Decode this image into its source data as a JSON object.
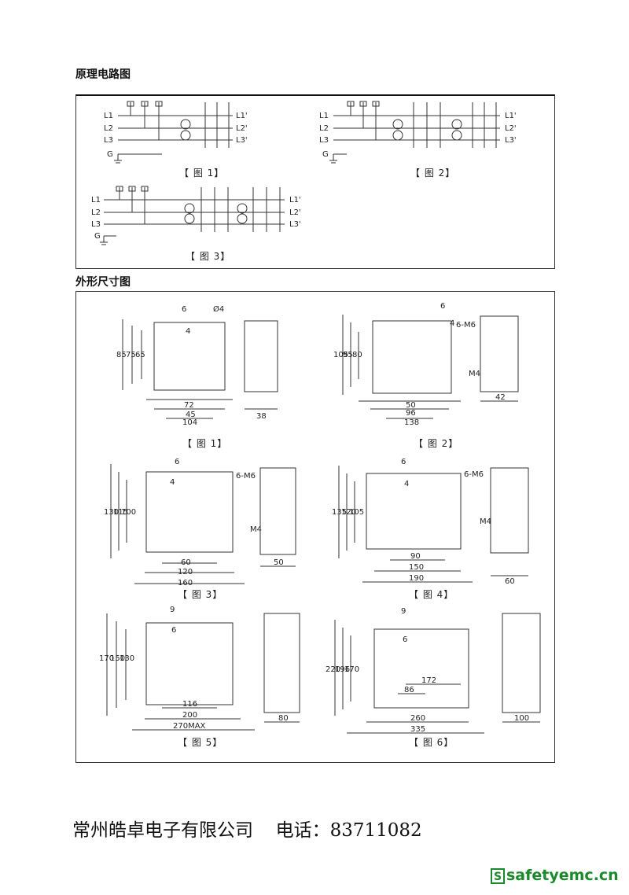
{
  "section1": {
    "title": "原理电路图"
  },
  "section2": {
    "title": "外形尺寸图"
  },
  "circuit": {
    "inputs": [
      "L1",
      "L2",
      "L3",
      "G"
    ],
    "outputs": [
      "L1'",
      "L2'",
      "L3'"
    ],
    "labels": [
      "【 图 1】",
      "【 图 2】",
      "【 图 3】"
    ]
  },
  "dims": {
    "fig1": {
      "label": "【 图 1】",
      "v": [
        "85",
        "75",
        "65"
      ],
      "h": [
        "45",
        "72",
        "104"
      ],
      "side": "38",
      "top": [
        "6",
        "4"
      ],
      "hole": "Ø4"
    },
    "fig2": {
      "label": "【 图 2】",
      "v": [
        "105",
        "95",
        "80"
      ],
      "h": [
        "50",
        "96",
        "138"
      ],
      "side": "42",
      "top": [
        "6",
        "4"
      ],
      "term": "6-M6",
      "earth": "M4"
    },
    "fig3": {
      "label": "【 图 3】",
      "v": [
        "130",
        "115",
        "100"
      ],
      "h": [
        "60",
        "120",
        "160"
      ],
      "side": "50",
      "top": [
        "6",
        "4"
      ],
      "term": "6-M6",
      "earth": "M4"
    },
    "fig4": {
      "label": "【 图 4】",
      "v": [
        "135",
        "120",
        "105"
      ],
      "h": [
        "90",
        "150",
        "190"
      ],
      "side": "60",
      "top": [
        "6",
        "4"
      ],
      "term": "6-M6",
      "earth": "M4"
    },
    "fig5": {
      "label": "【 图 5】",
      "v": [
        "170",
        "150",
        "130"
      ],
      "h": [
        "116",
        "200",
        "270MAX"
      ],
      "side": "80",
      "top": [
        "9",
        "6"
      ]
    },
    "fig6": {
      "label": "【 图 6】",
      "v": [
        "220",
        "196",
        "170"
      ],
      "h": [
        "86",
        "172",
        "260",
        "335"
      ],
      "side": "100",
      "top": [
        "9",
        "6"
      ]
    }
  },
  "footer": {
    "company": "常州皓卓电子有限公司",
    "phone": "电话：83711082"
  },
  "logo": {
    "mark": "S",
    "text": "safetyemc.cn",
    "color": "#1a8a2a"
  }
}
